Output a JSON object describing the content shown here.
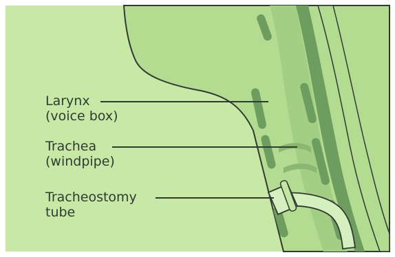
{
  "labels": {
    "larynx": {
      "line1": "Larynx",
      "line2": "(voice box)"
    },
    "trachea": {
      "line1": "Trachea",
      "line2": "(windpipe)"
    },
    "tube": {
      "line1": "Tracheostomy",
      "line2": "tube"
    }
  },
  "colors": {
    "background": "#c8e8a6",
    "neck_fill": "#b3dc91",
    "inner_fill": "#a2cf84",
    "dark_band": "#6e9e5f",
    "outline": "#2f3a33",
    "tube_fill": "#d5efbe"
  }
}
